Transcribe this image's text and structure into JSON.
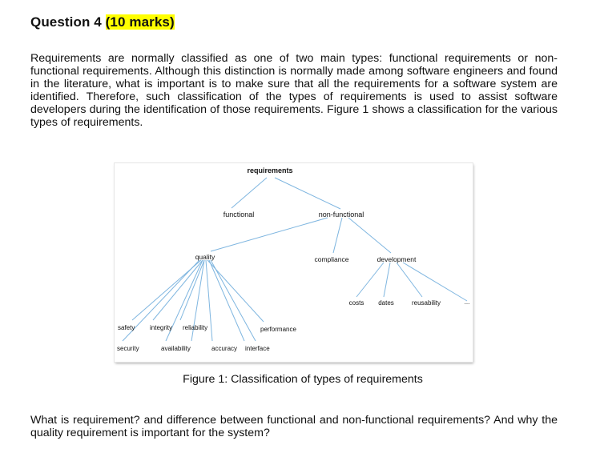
{
  "question": {
    "title": "Question 4 ",
    "marks": "(10 marks)"
  },
  "intro_paragraph": "Requirements are normally classified as one of two main types: functional requirements or non-functional requirements. Although this distinction is normally made among software engineers and found in the literature, what is important is to make sure that all the requirements for a software system are identified. Therefore, such classification of the types of requirements is used to assist software developers during the identification of those requirements. Figure 1 shows a classification for the various types of requirements.",
  "figure": {
    "caption": "Figure 1: Classification of types of requirements",
    "nodes": {
      "root": "requirements",
      "functional": "functional",
      "non_functional": "non-functional",
      "quality": "quality",
      "compliance": "compliance",
      "development": "development",
      "costs": "costs",
      "dates": "dates",
      "reusability": "reusability",
      "ellipsis": "...",
      "safety": "safety",
      "integrity": "integrity",
      "reliability": "reliability",
      "performance": "performance",
      "security": "security",
      "availability": "availability",
      "accuracy": "accuracy",
      "interface": "interface"
    },
    "line_color": "#7fb6e0"
  },
  "question_paragraph": "What is requirement? and difference between functional and non-functional requirements? And why the quality requirement is important for the system?"
}
